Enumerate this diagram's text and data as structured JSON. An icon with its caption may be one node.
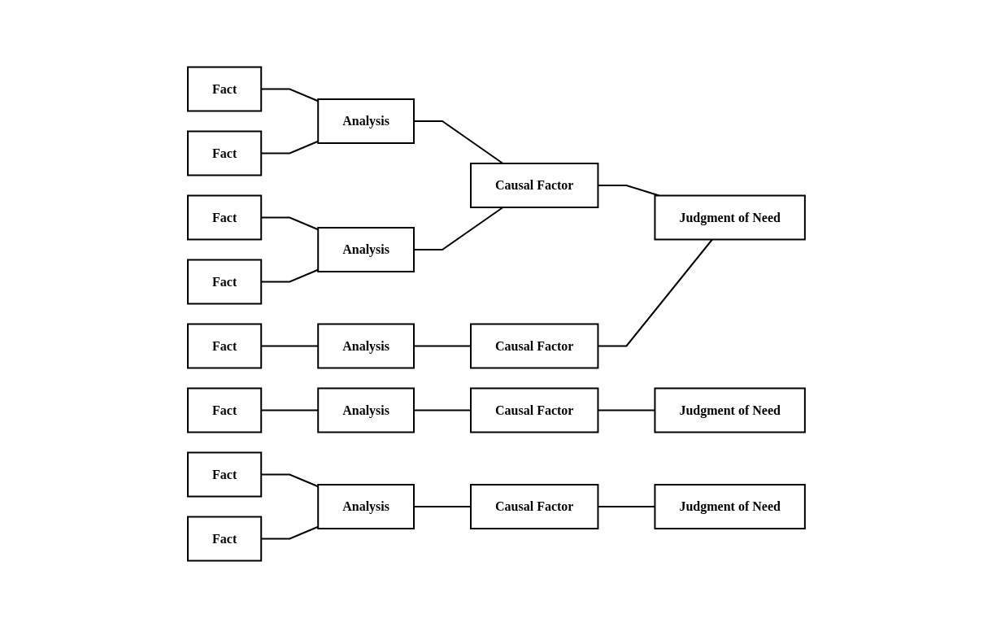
{
  "diagram": {
    "nodes": [
      {
        "text": [
          "Fact"
        ]
      },
      {
        "text": [
          "Fact"
        ]
      },
      {
        "text": [
          "Fact"
        ]
      },
      {
        "text": [
          "Fact"
        ]
      },
      {
        "text": [
          "Fact"
        ]
      },
      {
        "text": [
          "Fact"
        ]
      },
      {
        "text": [
          "Fact"
        ]
      },
      {
        "text": [
          "Fact"
        ]
      },
      {
        "text": [
          "Analysis"
        ]
      },
      {
        "text": [
          "Analysis"
        ]
      },
      {
        "text": [
          "Analysis"
        ]
      },
      {
        "text": [
          "Analysis"
        ]
      },
      {
        "text": [
          "Analysis"
        ]
      },
      {
        "text": [
          "Causal Factor"
        ]
      },
      {
        "text": [
          "Causal Factor"
        ]
      },
      {
        "text": [
          "Causal Factor"
        ]
      },
      {
        "text": [
          "Causal Factor"
        ]
      },
      {
        "text": [
          "Judgment of Need"
        ]
      },
      {
        "text": [
          "Judgment of Need"
        ]
      },
      {
        "text": [
          "Judgment of Need"
        ]
      }
    ],
    "edges": [
      {
        "from": 0,
        "to": 8,
        "arrow": "none"
      },
      {
        "from": 1,
        "to": 8,
        "arrow": "none"
      },
      {
        "from": 8,
        "to": 13,
        "arrow": "none"
      },
      {
        "from": 2,
        "to": 9,
        "arrow": "none"
      },
      {
        "from": 3,
        "to": 9,
        "arrow": "none"
      },
      {
        "from": 9,
        "to": 13,
        "arrow": "none"
      },
      {
        "from": 13,
        "to": 17,
        "arrow": "none"
      },
      {
        "from": 4,
        "to": 10,
        "arrow": "none"
      },
      {
        "from": 10,
        "to": 14,
        "arrow": "none"
      },
      {
        "from": 14,
        "to": 17,
        "arrow": "none"
      },
      {
        "from": 5,
        "to": 11,
        "arrow": "none"
      },
      {
        "from": 11,
        "to": 15,
        "arrow": "none"
      },
      {
        "from": 15,
        "to": 18,
        "arrow": "none"
      },
      {
        "from": 6,
        "to": 12,
        "arrow": "none"
      },
      {
        "from": 7,
        "to": 12,
        "arrow": "none"
      },
      {
        "from": 12,
        "to": 16,
        "arrow": "none"
      },
      {
        "from": 16,
        "to": 19,
        "arrow": "none"
      }
    ]
  }
}
